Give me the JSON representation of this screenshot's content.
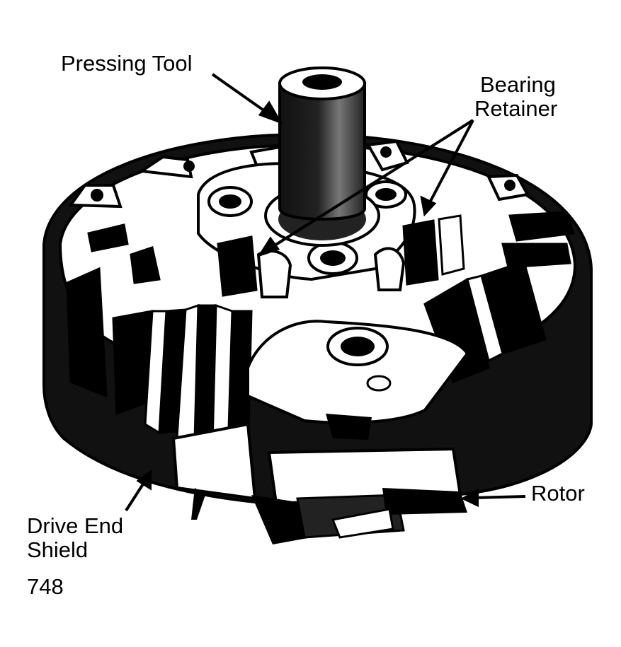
{
  "labels": {
    "pressing_tool": "Pressing Tool",
    "bearing_retainer_line1": "Bearing",
    "bearing_retainer_line2": "Retainer",
    "drive_end_shield_line1": "Drive End",
    "drive_end_shield_line2": "Shield",
    "rotor": "Rotor"
  },
  "figure_number": "748",
  "colors": {
    "ink": "#000000",
    "paper": "#ffffff",
    "shade": "#555555"
  }
}
